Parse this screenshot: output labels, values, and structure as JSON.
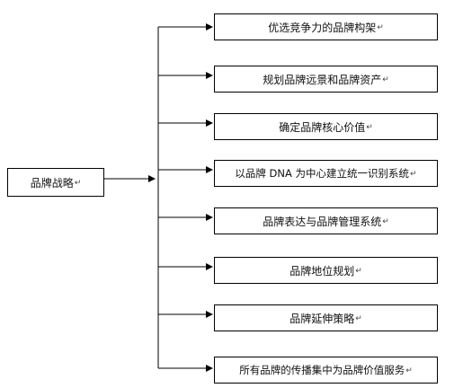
{
  "root": {
    "label": "品牌战略",
    "mark": "↵"
  },
  "items": [
    {
      "label": "优选竞争力的品牌构架",
      "mark": "↵"
    },
    {
      "label": "规划品牌远景和品牌资产",
      "mark": "↵"
    },
    {
      "label": "确定品牌核心价值",
      "mark": "↵"
    },
    {
      "label": "以品牌 DNA 为中心建立统一识别系统",
      "mark": "↵"
    },
    {
      "label": "品牌表达与品牌管理系统",
      "mark": "↵"
    },
    {
      "label": "品牌地位规划",
      "mark": "↵"
    },
    {
      "label": "品牌延伸策略",
      "mark": "↵"
    },
    {
      "label": "所有品牌的传播集中为品牌价值服务",
      "mark": "↵"
    }
  ],
  "colors": {
    "line": "#000000",
    "border": "#000000",
    "text": "#111111"
  }
}
